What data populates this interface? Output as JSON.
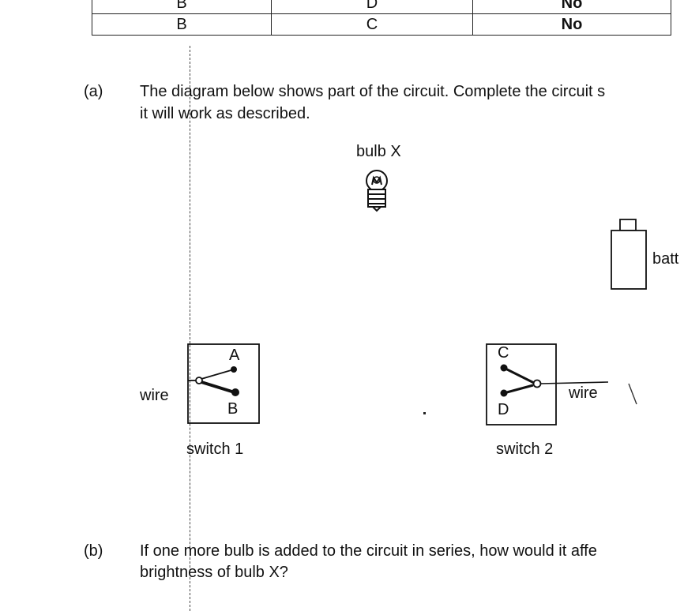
{
  "table": {
    "rows": [
      {
        "col1": "B",
        "col2": "D",
        "col3": "No"
      },
      {
        "col1": "B",
        "col2": "C",
        "col3": "No"
      }
    ]
  },
  "question_a": {
    "marker": "(a)",
    "line1": "The diagram below shows part of the circuit. Complete the circuit s",
    "line2": "it will work as described."
  },
  "bulb": {
    "label": "bulb X"
  },
  "battery": {
    "label": "batt"
  },
  "switch1": {
    "label": "switch 1",
    "terminal_top": "A",
    "terminal_bottom": "B",
    "wire_label": "wire"
  },
  "switch2": {
    "label": "switch 2",
    "terminal_top": "C",
    "terminal_bottom": "D",
    "wire_label": "wire"
  },
  "question_b": {
    "marker": "(b)",
    "line1": "If one more bulb is added to the circuit in series, how would it affe",
    "line2": "brightness of bulb X?"
  }
}
